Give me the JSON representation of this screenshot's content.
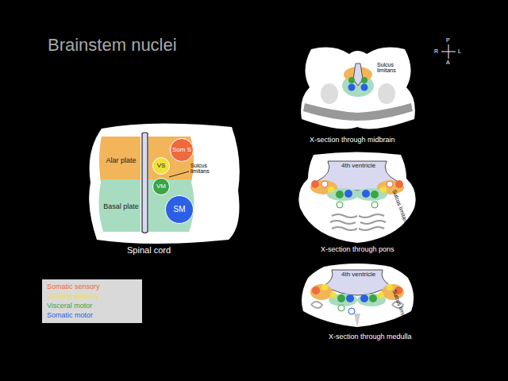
{
  "diagram": {
    "title": "Brainstem nuclei",
    "nodes": [
      {
        "text": [
          "Alar plate"
        ]
      },
      {
        "text": [
          "Basal plate"
        ]
      },
      {
        "text": [
          "Som S"
        ]
      },
      {
        "text": [
          "VS"
        ]
      },
      {
        "text": [
          "VM"
        ]
      },
      {
        "text": [
          "SM"
        ]
      }
    ],
    "labels": [
      "Sulcus limitans",
      "Spinal cord",
      "P",
      "R",
      "L",
      "A",
      "Sulcus limitans",
      "X-section through midbrain",
      "4th ventricle",
      "Sulcus limitans",
      "X-section through pons",
      "4th ventricle",
      "Sulcus limitans",
      "X-section through medulla"
    ],
    "legend": [
      {
        "text": "Somatic sensory",
        "color": "#ee6a3c"
      },
      {
        "text": "Visceral sensory",
        "color": "#f2e03a"
      },
      {
        "text": "Visceral motor",
        "color": "#3aa545"
      },
      {
        "text": "Somatic motor",
        "color": "#2b5fe6"
      }
    ]
  }
}
